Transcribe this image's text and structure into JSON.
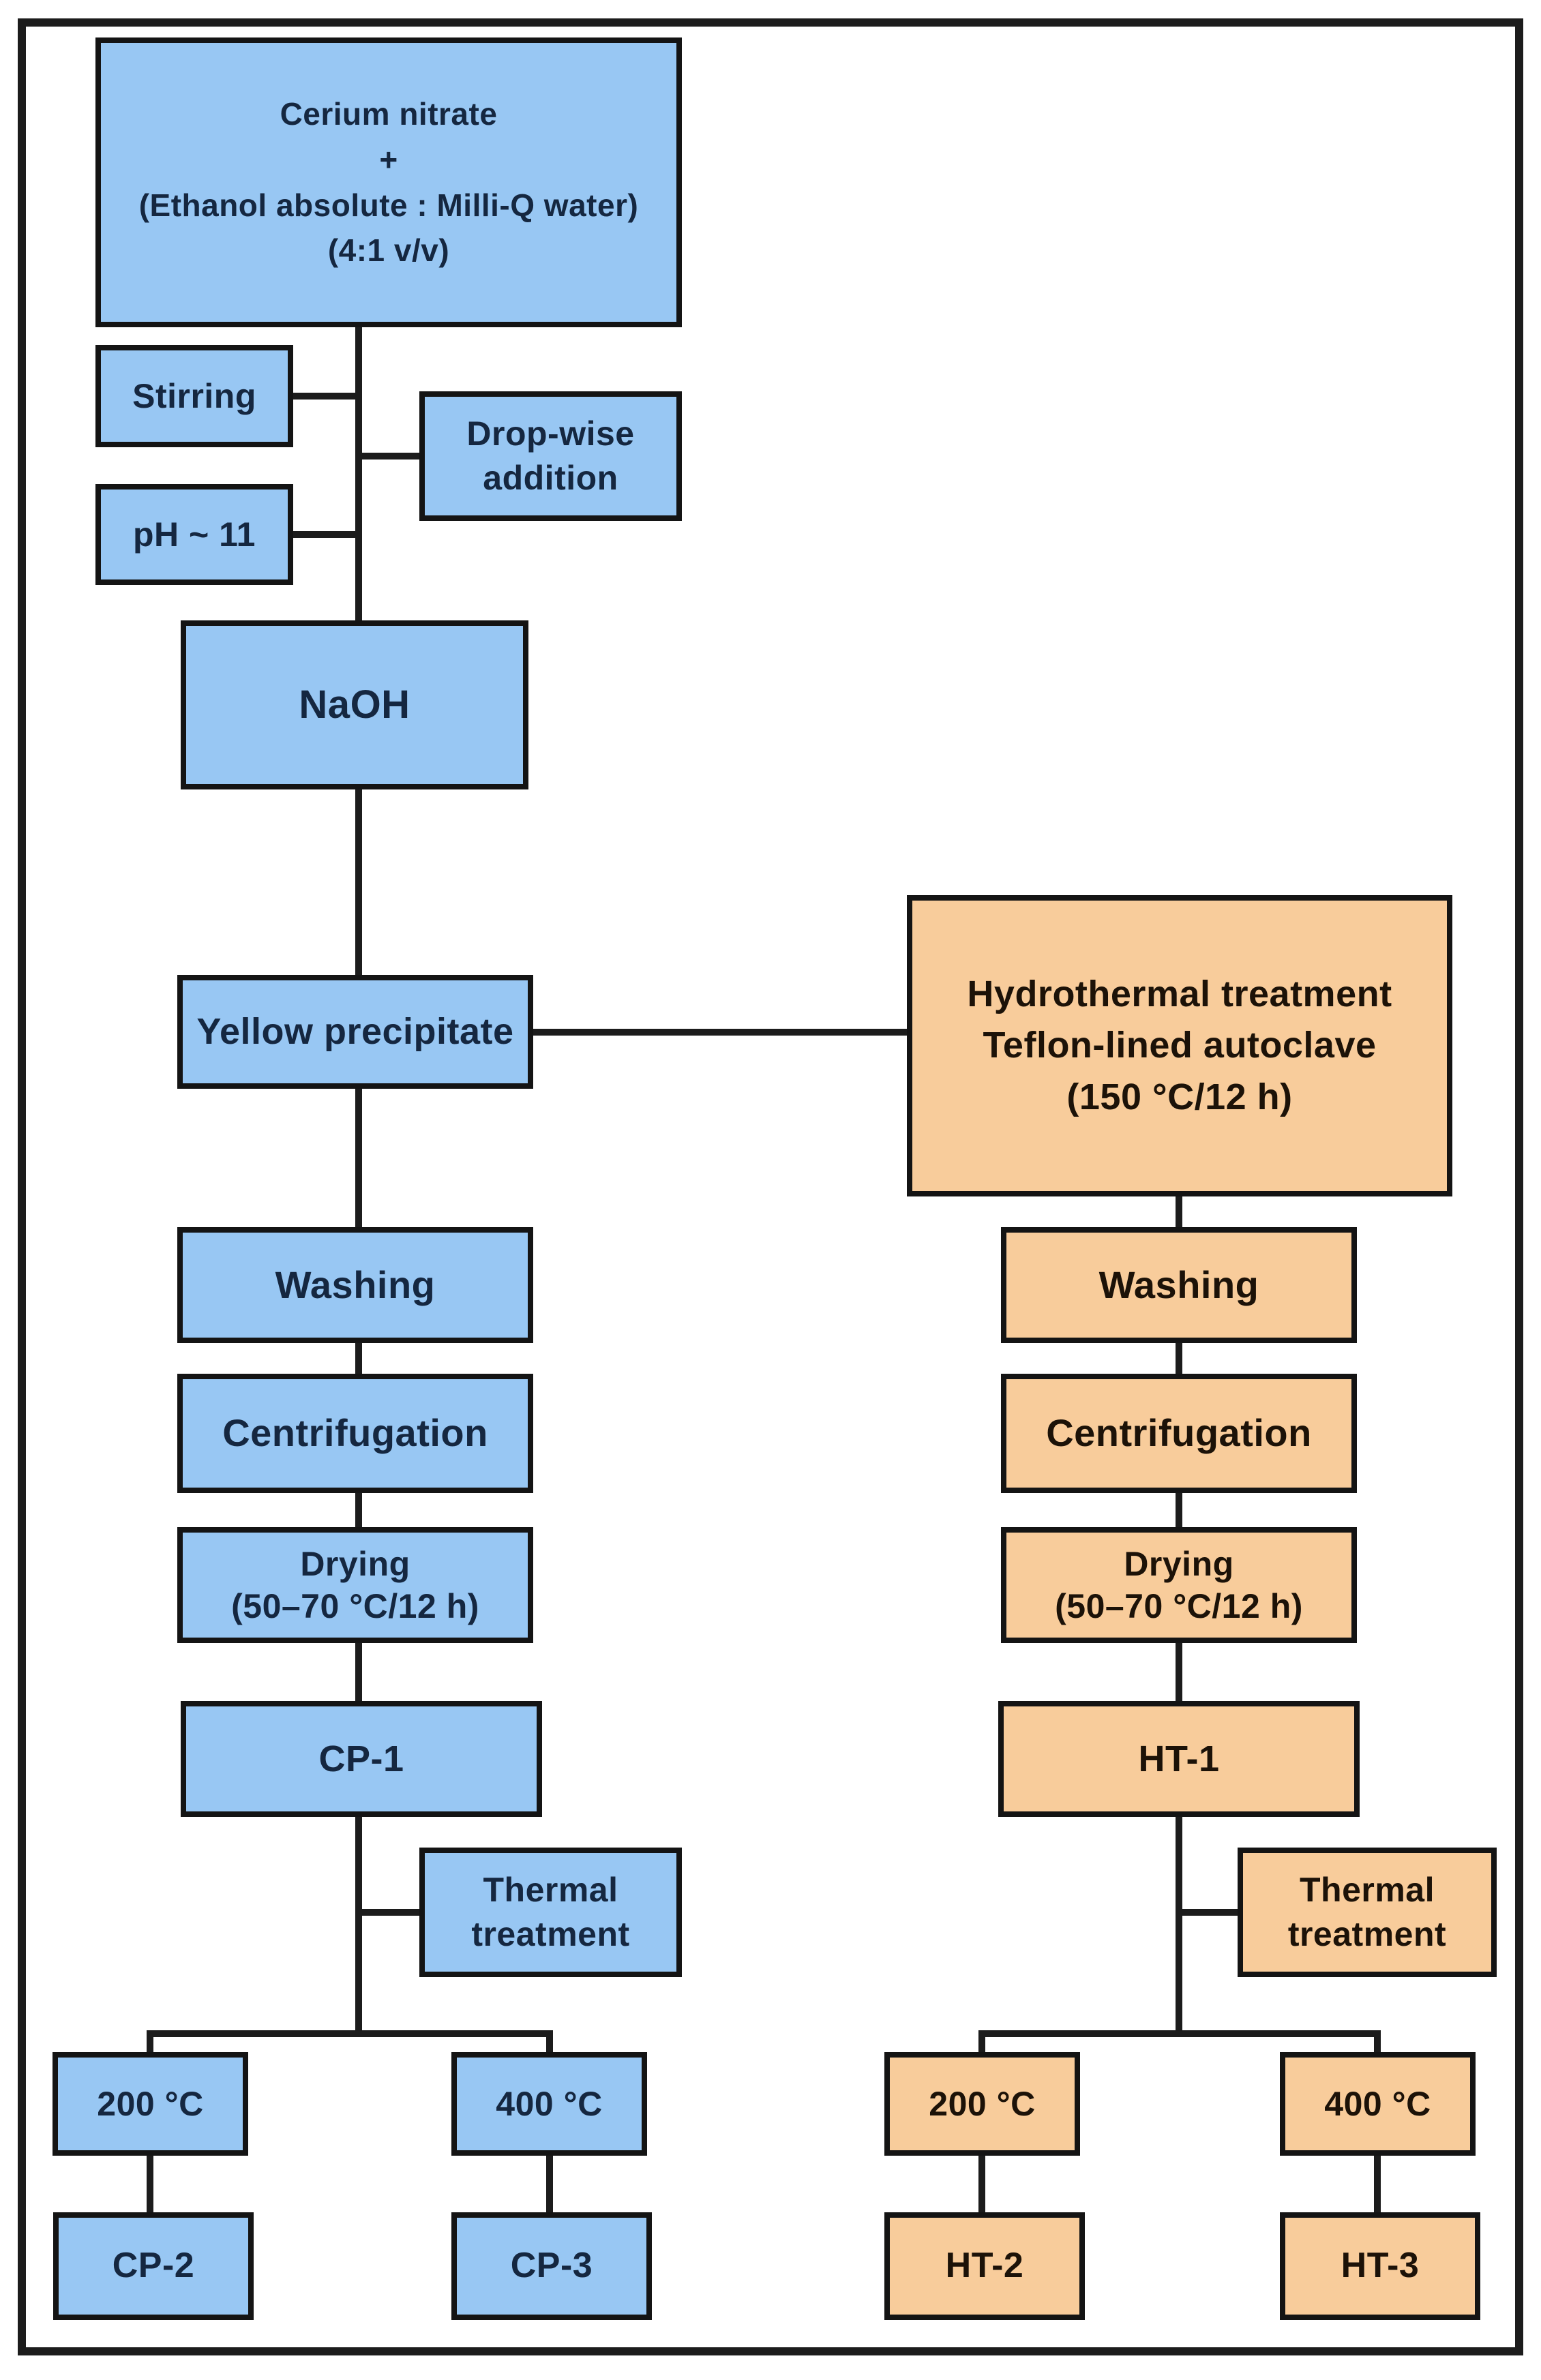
{
  "figure": {
    "type": "flowchart"
  },
  "colors": {
    "cp_branch_fill": "#98C7F3",
    "ht_branch_fill": "#F8CC9B",
    "cp_text": "#152740",
    "ht_text": "#1C1208",
    "box_border": "#141414",
    "connector": "#1C1C1C",
    "outer_border": "#1C1C1C",
    "background": "#FFFFFF"
  },
  "nodes": {
    "cerium_mixture": {
      "branch": "cp",
      "lines": [
        "Cerium nitrate",
        "+",
        "(Ethanol absolute : Milli-Q water)",
        "(4:1 v/v)"
      ]
    },
    "stirring": {
      "branch": "cp",
      "lines": [
        "Stirring"
      ]
    },
    "dropwise_addition": {
      "branch": "cp",
      "lines": [
        "Drop-wise",
        "addition"
      ]
    },
    "ph": {
      "branch": "cp",
      "lines": [
        "pH ~ 11"
      ]
    },
    "naoh": {
      "branch": "cp",
      "lines": [
        "NaOH"
      ]
    },
    "yellow_precipitate": {
      "branch": "cp",
      "lines": [
        "Yellow precipitate"
      ]
    },
    "washing_cp": {
      "branch": "cp",
      "lines": [
        "Washing"
      ]
    },
    "centrifugation_cp": {
      "branch": "cp",
      "lines": [
        "Centrifugation"
      ]
    },
    "drying_cp": {
      "branch": "cp",
      "lines": [
        "Drying",
        "(50–70 °C/12 h)"
      ]
    },
    "cp1": {
      "branch": "cp",
      "lines": [
        "CP-1"
      ]
    },
    "thermal_cp": {
      "branch": "cp",
      "lines": [
        "Thermal",
        "treatment"
      ]
    },
    "temp200_cp": {
      "branch": "cp",
      "lines": [
        "200 °C"
      ]
    },
    "temp400_cp": {
      "branch": "cp",
      "lines": [
        "400 °C"
      ]
    },
    "cp2": {
      "branch": "cp",
      "lines": [
        "CP-2"
      ]
    },
    "cp3": {
      "branch": "cp",
      "lines": [
        "CP-3"
      ]
    },
    "hydrothermal": {
      "branch": "ht",
      "lines": [
        "Hydrothermal treatment",
        "Teflon-lined autoclave",
        "(150 °C/12 h)"
      ]
    },
    "washing_ht": {
      "branch": "ht",
      "lines": [
        "Washing"
      ]
    },
    "centrifugation_ht": {
      "branch": "ht",
      "lines": [
        "Centrifugation"
      ]
    },
    "drying_ht": {
      "branch": "ht",
      "lines": [
        "Drying",
        "(50–70 °C/12 h)"
      ]
    },
    "ht1": {
      "branch": "ht",
      "lines": [
        "HT-1"
      ]
    },
    "thermal_ht": {
      "branch": "ht",
      "lines": [
        "Thermal",
        "treatment"
      ]
    },
    "temp200_ht": {
      "branch": "ht",
      "lines": [
        "200 °C"
      ]
    },
    "temp400_ht": {
      "branch": "ht",
      "lines": [
        "400 °C"
      ]
    },
    "ht2": {
      "branch": "ht",
      "lines": [
        "HT-2"
      ]
    },
    "ht3": {
      "branch": "ht",
      "lines": [
        "HT-3"
      ]
    }
  },
  "edges": [
    [
      "cerium_mixture",
      "naoh"
    ],
    [
      "naoh",
      "yellow_precipitate"
    ],
    [
      "yellow_precipitate",
      "washing_cp"
    ],
    [
      "yellow_precipitate",
      "hydrothermal"
    ],
    [
      "washing_cp",
      "centrifugation_cp"
    ],
    [
      "centrifugation_cp",
      "drying_cp"
    ],
    [
      "drying_cp",
      "cp1"
    ],
    [
      "cp1",
      "temp200_cp"
    ],
    [
      "cp1",
      "temp400_cp"
    ],
    [
      "temp200_cp",
      "cp2"
    ],
    [
      "temp400_cp",
      "cp3"
    ],
    [
      "hydrothermal",
      "washing_ht"
    ],
    [
      "washing_ht",
      "centrifugation_ht"
    ],
    [
      "centrifugation_ht",
      "drying_ht"
    ],
    [
      "drying_ht",
      "ht1"
    ],
    [
      "ht1",
      "temp200_ht"
    ],
    [
      "ht1",
      "temp400_ht"
    ],
    [
      "temp200_ht",
      "ht2"
    ],
    [
      "temp400_ht",
      "ht3"
    ]
  ],
  "line_annotations": [
    "stirring",
    "dropwise_addition",
    "ph",
    "thermal_cp",
    "thermal_ht"
  ]
}
